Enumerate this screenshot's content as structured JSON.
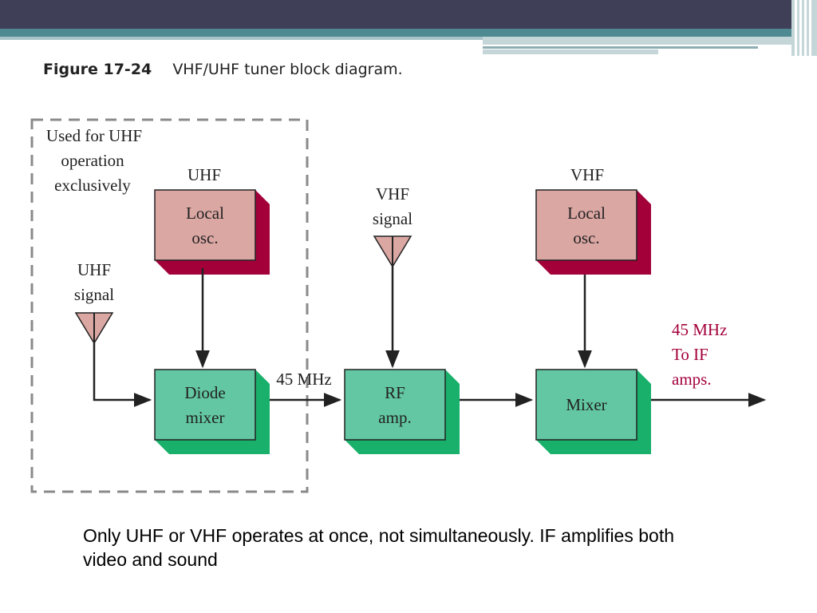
{
  "caption": {
    "figure_number": "Figure 17-24",
    "title": "VHF/UHF tuner block diagram."
  },
  "colors": {
    "osc_fill": "#dba7a3",
    "osc_shadow": "#a3003a",
    "mixer_fill": "#62c7a2",
    "mixer_shadow": "#18b06a",
    "antenna_fill": "#dba7a3",
    "output_text": "#a3003a"
  },
  "dashed_region": {
    "label_lines": [
      "Used for UHF",
      "operation",
      "exclusively"
    ]
  },
  "uhf_osc": {
    "band_label": "UHF",
    "box_lines": [
      "Local",
      "osc."
    ]
  },
  "vhf_osc": {
    "band_label": "VHF",
    "box_lines": [
      "Local",
      "osc."
    ]
  },
  "uhf_antenna": {
    "label_lines": [
      "UHF",
      "signal"
    ],
    "icon": "antenna-icon"
  },
  "vhf_antenna": {
    "label_lines": [
      "VHF",
      "signal"
    ],
    "icon": "antenna-icon"
  },
  "diode_mixer": {
    "box_lines": [
      "Diode",
      "mixer"
    ]
  },
  "rf_amp": {
    "box_lines": [
      "RF",
      "amp."
    ]
  },
  "mixer": {
    "box_lines": [
      "Mixer"
    ]
  },
  "link_label": "45 MHz",
  "output_label_lines": [
    "45 MHz",
    "To IF",
    "amps."
  ],
  "note_text": "Only UHF or VHF operates at once, not simultaneously.  IF amplifies both video and sound"
}
